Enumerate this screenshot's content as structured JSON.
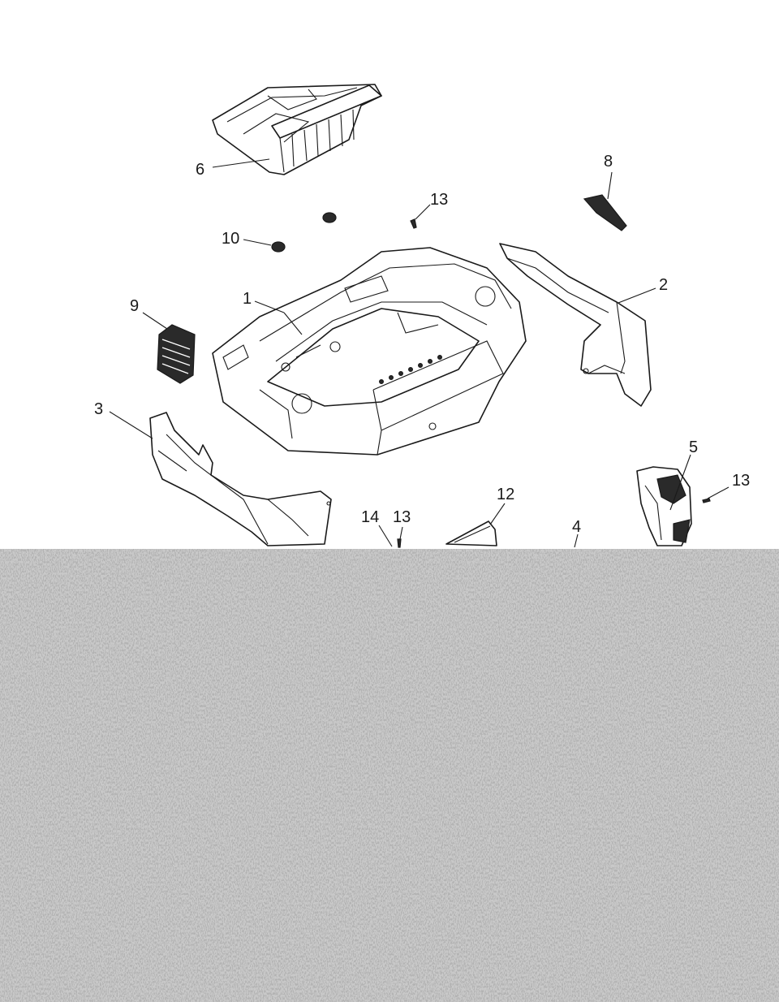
{
  "diagram": {
    "callouts": [
      "1",
      "2",
      "3",
      "4",
      "5",
      "6",
      "8",
      "9",
      "10",
      "12",
      "13",
      "13",
      "13",
      "14"
    ]
  },
  "colors": {
    "line": "#1a1a1a",
    "background": "#ffffff",
    "noise_dark": "#6e6e6e",
    "noise_light": "#c9c9c9"
  }
}
